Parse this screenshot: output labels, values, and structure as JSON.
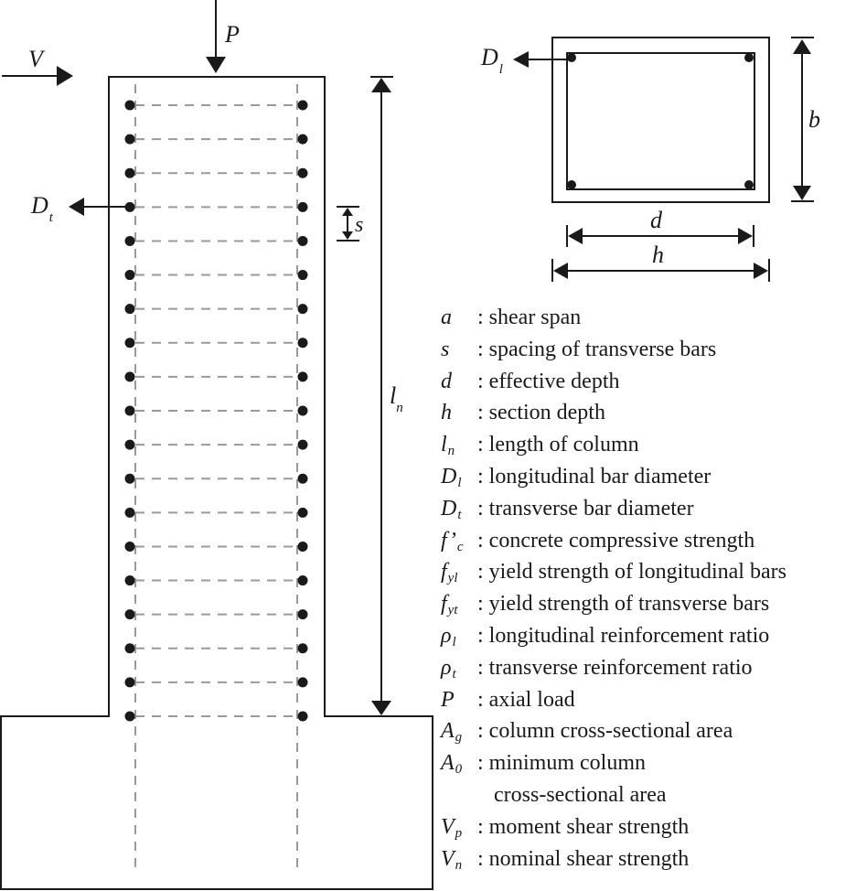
{
  "title": "Reinforced concrete column specimen notation",
  "elevation": {
    "load_labels": {
      "axial": "P",
      "shear": "V"
    },
    "dimension_labels": {
      "spacing": "s",
      "length": "l",
      "length_sub": "n"
    },
    "transverse_bar_label": {
      "main": "D",
      "sub": "t"
    },
    "tie_count": 19
  },
  "section": {
    "longitudinal_bar_label": {
      "main": "D",
      "sub": "l"
    },
    "dimension_labels": {
      "width": "b",
      "effective_depth": "d",
      "depth": "h"
    }
  },
  "legend": [
    {
      "symbol": "a",
      "sub": "",
      "text": ": shear span"
    },
    {
      "symbol": "s",
      "sub": "",
      "text": ": spacing of transverse bars"
    },
    {
      "symbol": "d",
      "sub": "",
      "text": ": effective depth"
    },
    {
      "symbol": "h",
      "sub": "",
      "text": ": section depth"
    },
    {
      "symbol": "l",
      "sub": "n",
      "text": ": length of column"
    },
    {
      "symbol": "D",
      "sub": "l",
      "text": ": longitudinal bar diameter"
    },
    {
      "symbol": "D",
      "sub": "t",
      "text": ": transverse bar diameter"
    },
    {
      "symbol": "f’",
      "sub": "c",
      "text": ": concrete compressive strength"
    },
    {
      "symbol": "f",
      "sub": "yl",
      "text": ": yield strength of longitudinal bars"
    },
    {
      "symbol": "f",
      "sub": "yt",
      "text": ": yield strength of transverse bars"
    },
    {
      "symbol": "ρ",
      "sub": "l",
      "text": ": longitudinal reinforcement ratio"
    },
    {
      "symbol": "ρ",
      "sub": "t",
      "text": ": transverse reinforcement ratio"
    },
    {
      "symbol": "P",
      "sub": "",
      "text": ": axial load"
    },
    {
      "symbol": "A",
      "sub": "g",
      "text": ": column cross-sectional area"
    },
    {
      "symbol": "A",
      "sub": "0",
      "text": ": minimum column"
    },
    {
      "symbol": "",
      "sub": "",
      "text": "cross-sectional area",
      "continuation": true
    },
    {
      "symbol": "V",
      "sub": "p",
      "text": ": moment shear strength"
    },
    {
      "symbol": "V",
      "sub": "n",
      "text": ": nominal shear strength"
    }
  ]
}
